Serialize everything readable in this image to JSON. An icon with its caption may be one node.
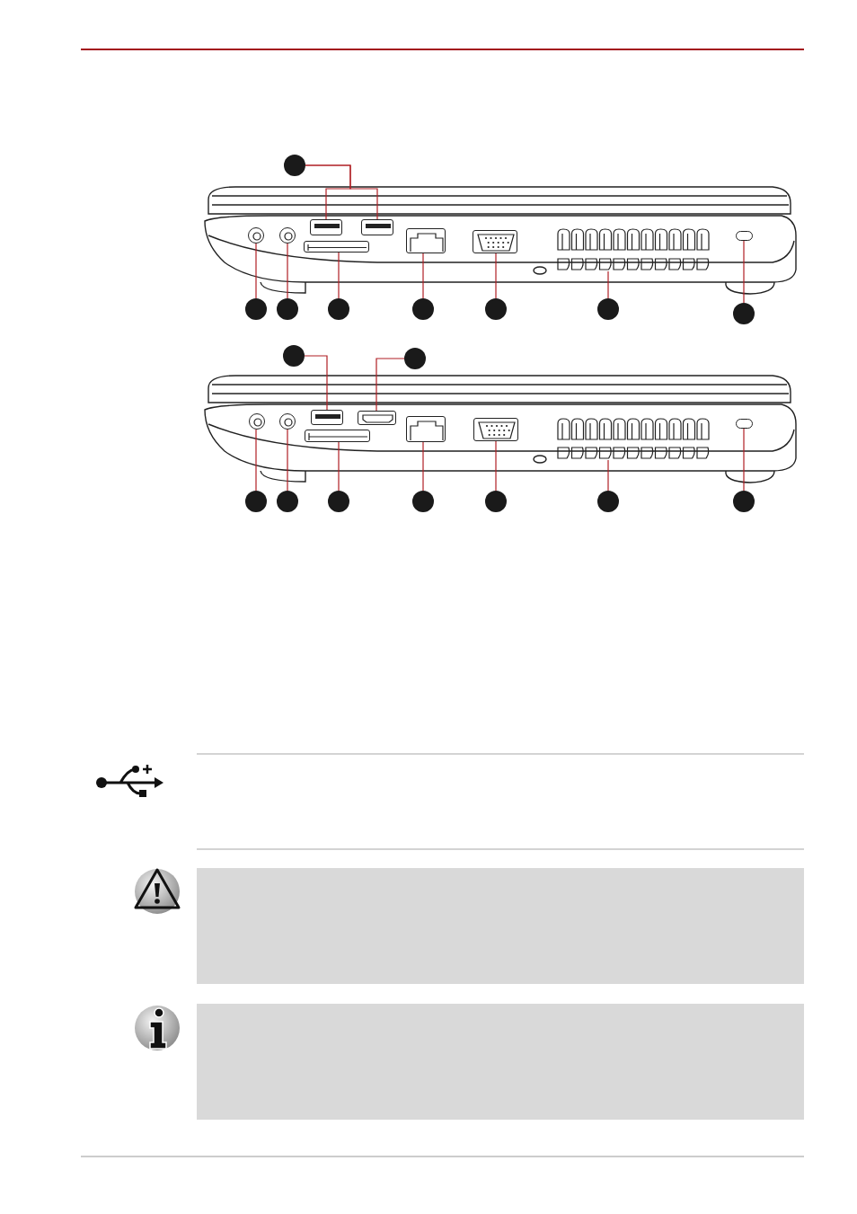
{
  "diagram": {
    "nodes": [
      {
        "text": [],
        "shape": "circle"
      },
      {
        "text": [],
        "shape": "box"
      },
      {
        "text": [],
        "shape": "box"
      },
      {
        "text": [],
        "shape": "circle"
      },
      {
        "text": [],
        "shape": "circle"
      },
      {
        "text": [],
        "shape": "box"
      },
      {
        "text": [],
        "shape": "box"
      },
      {
        "text": [],
        "shape": "box"
      },
      {
        "text": [],
        "shape": "box"
      },
      {
        "text": [],
        "shape": "box"
      },
      {
        "text": [],
        "shape": "circle"
      },
      {
        "text": [],
        "shape": "circle"
      },
      {
        "text": [],
        "shape": "circle"
      },
      {
        "text": [],
        "shape": "circle"
      },
      {
        "text": [],
        "shape": "circle"
      },
      {
        "text": [],
        "shape": "circle"
      },
      {
        "text": [],
        "shape": "circle"
      },
      {
        "text": [],
        "shape": "circle"
      },
      {
        "text": [],
        "shape": "circle"
      },
      {
        "text": [],
        "shape": "box"
      },
      {
        "text": [],
        "shape": "box"
      },
      {
        "text": [],
        "shape": "circle"
      },
      {
        "text": [],
        "shape": "circle"
      },
      {
        "text": [],
        "shape": "box"
      },
      {
        "text": [],
        "shape": "box"
      },
      {
        "text": [],
        "shape": "box"
      },
      {
        "text": [],
        "shape": "box"
      },
      {
        "text": [],
        "shape": "box"
      },
      {
        "text": [],
        "shape": "circle"
      },
      {
        "text": [],
        "shape": "circle"
      },
      {
        "text": [],
        "shape": "circle"
      },
      {
        "text": [],
        "shape": "circle"
      },
      {
        "text": [],
        "shape": "circle"
      },
      {
        "text": [],
        "shape": "circle"
      },
      {
        "text": [],
        "shape": "circle"
      }
    ],
    "edges": [
      {
        "from": 0,
        "to": 1,
        "arrow": "none"
      },
      {
        "from": 0,
        "to": 2,
        "arrow": "none"
      },
      {
        "from": 10,
        "to": 3,
        "arrow": "none"
      },
      {
        "from": 11,
        "to": 4,
        "arrow": "none"
      },
      {
        "from": 12,
        "to": 5,
        "arrow": "none"
      },
      {
        "from": 13,
        "to": 6,
        "arrow": "none"
      },
      {
        "from": 14,
        "to": 7,
        "arrow": "none"
      },
      {
        "from": 15,
        "to": 8,
        "arrow": "none"
      },
      {
        "from": 16,
        "to": 9,
        "arrow": "none"
      },
      {
        "from": 17,
        "to": 19,
        "arrow": "none"
      },
      {
        "from": 18,
        "to": 20,
        "arrow": "none"
      },
      {
        "from": 28,
        "to": 21,
        "arrow": "none"
      },
      {
        "from": 29,
        "to": 22,
        "arrow": "none"
      },
      {
        "from": 30,
        "to": 23,
        "arrow": "none"
      },
      {
        "from": 31,
        "to": 24,
        "arrow": "none"
      },
      {
        "from": 32,
        "to": 25,
        "arrow": "none"
      },
      {
        "from": 33,
        "to": 26,
        "arrow": "none"
      },
      {
        "from": 34,
        "to": 27,
        "arrow": "none"
      }
    ]
  }
}
